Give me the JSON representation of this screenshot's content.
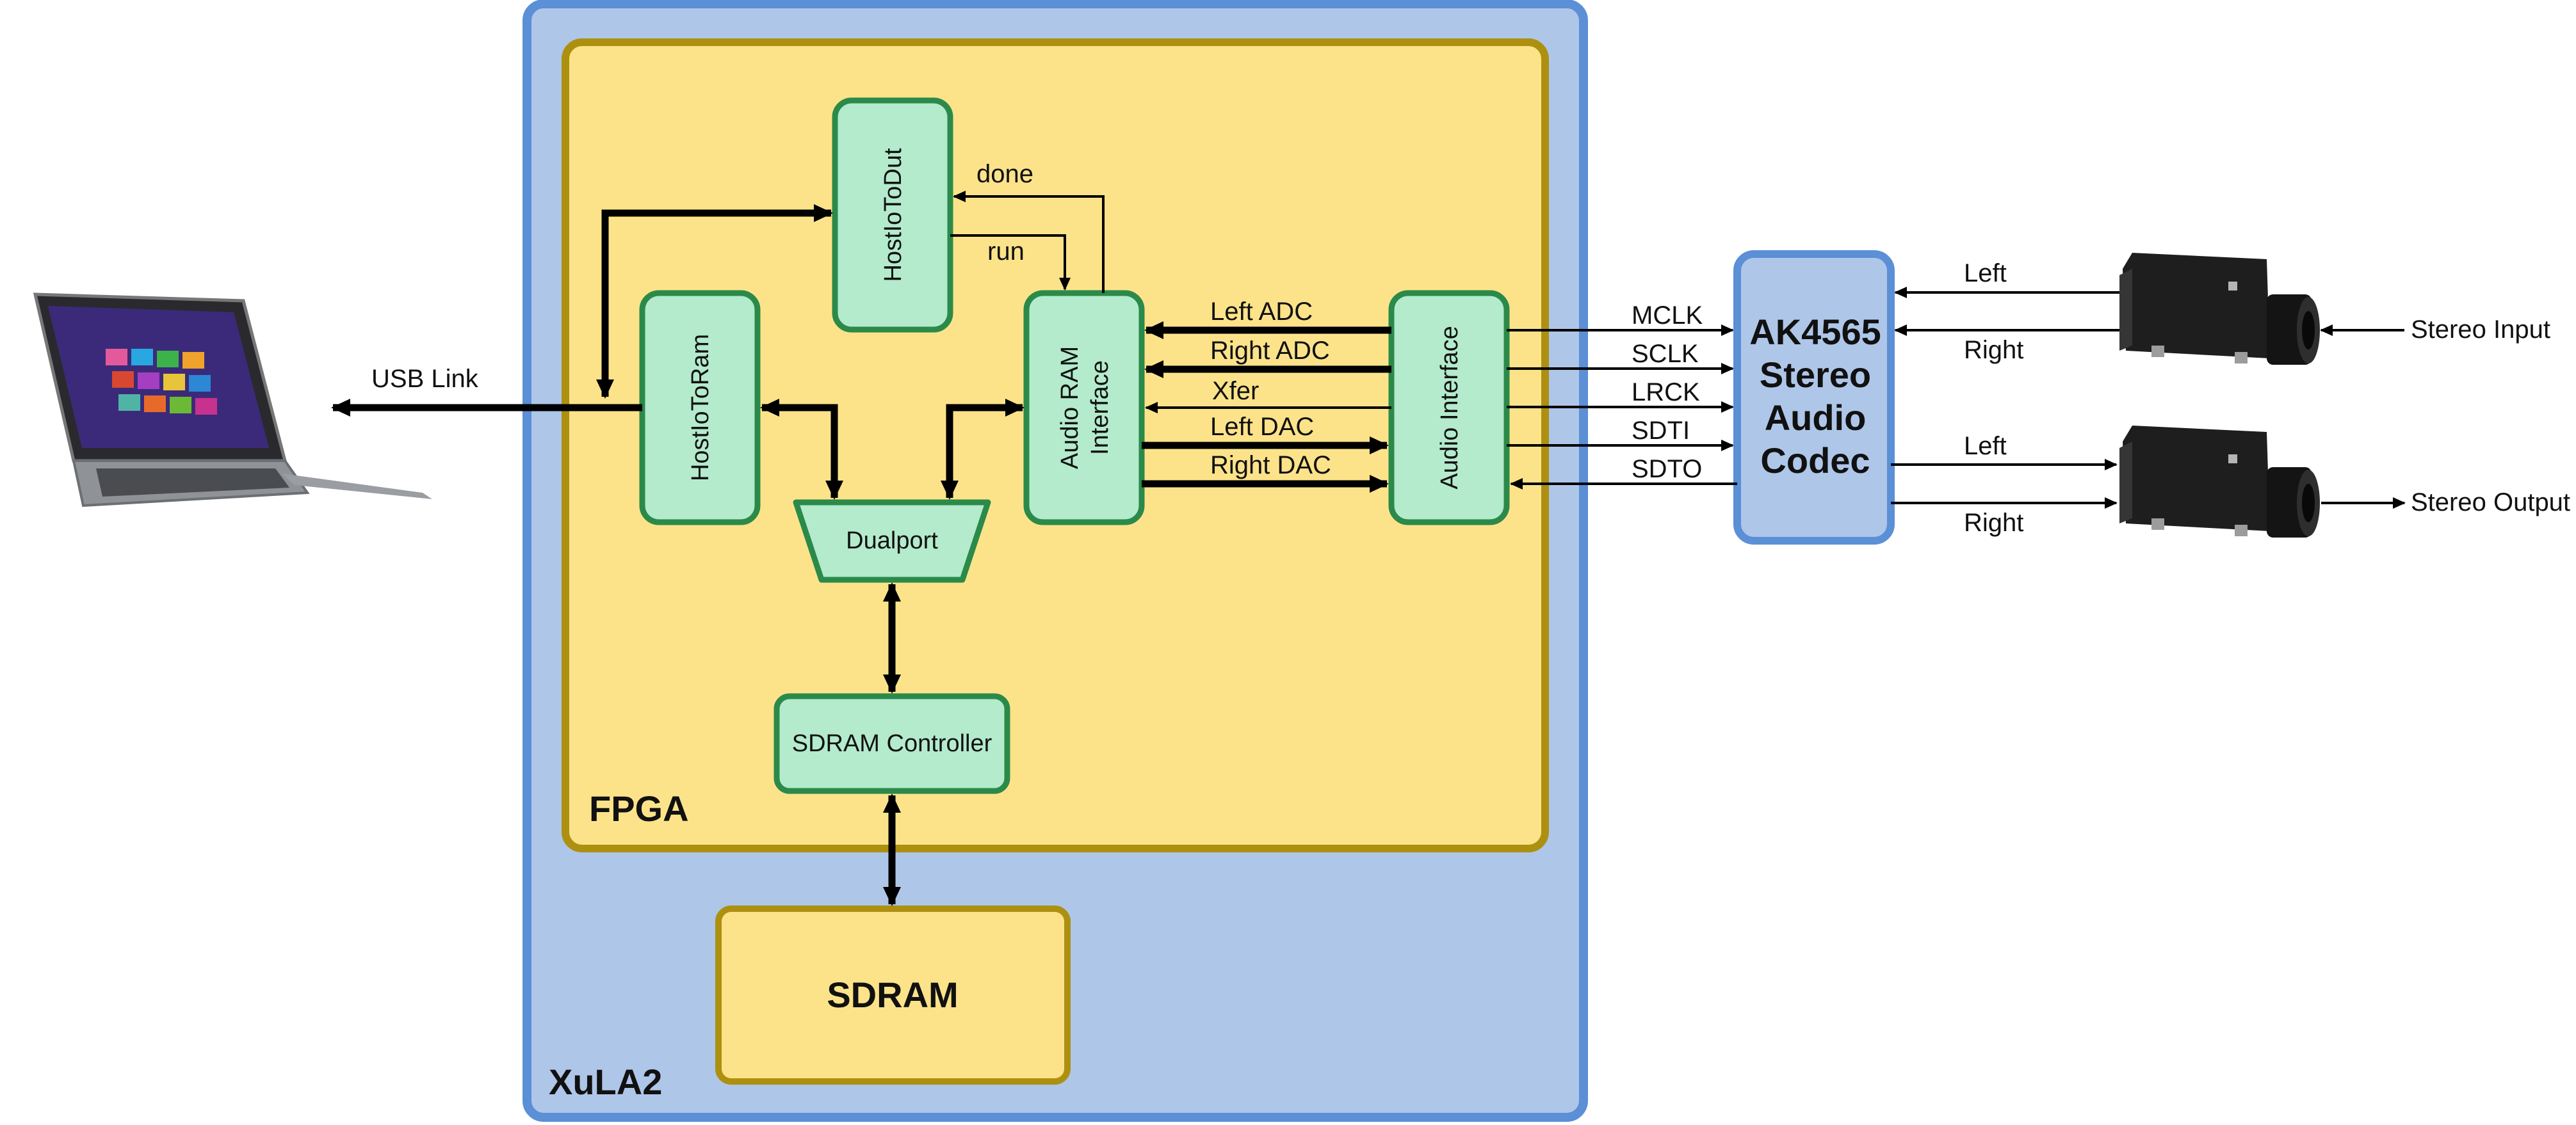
{
  "colors": {
    "board_fill": "#aec6e8",
    "board_stroke": "#5b8fd6",
    "fpga_fill": "#fce38a",
    "fpga_stroke": "#ad9010",
    "module_fill": "#b3ebcc",
    "module_stroke": "#2b8a4a",
    "wire": "#000000"
  },
  "board": {
    "label": "XuLA2"
  },
  "fpga": {
    "label": "FPGA"
  },
  "sdram": {
    "label": "SDRAM"
  },
  "codec": {
    "line1": "AK4565",
    "line2": "Stereo",
    "line3": "Audio",
    "line4": "Codec"
  },
  "modules": {
    "host_io_to_dut": "HostIoToDut",
    "host_io_to_ram": "HostIoToRam",
    "audio_ram_line1": "Audio RAM",
    "audio_ram_line2": "Interface",
    "audio_interface": "Audio Interface",
    "dualport": "Dualport",
    "sdram_controller": "SDRAM Controller"
  },
  "signals": {
    "done": "done",
    "run": "run",
    "left_adc": "Left ADC",
    "right_adc": "Right ADC",
    "xfer": "Xfer",
    "left_dac": "Left DAC",
    "right_dac": "Right DAC",
    "mclk": "MCLK",
    "sclk": "SCLK",
    "lrck": "LRCK",
    "sdti": "SDTI",
    "sdto": "SDTO"
  },
  "external": {
    "usb_link": "USB Link",
    "in_left": "Left",
    "in_right": "Right",
    "out_left": "Left",
    "out_right": "Right",
    "stereo_input": "Stereo Input",
    "stereo_output": "Stereo Output"
  },
  "icons": {
    "laptop": "laptop-icon",
    "jack_in": "audio-jack-icon",
    "jack_out": "audio-jack-icon"
  }
}
